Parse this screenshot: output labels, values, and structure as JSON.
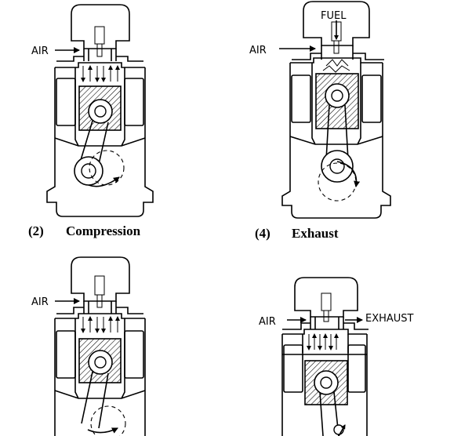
{
  "labels": {
    "air": "AIR",
    "fuel": "FUEL",
    "exhaust": "EXHAUST"
  },
  "captions": {
    "compression": {
      "number": "(2)",
      "title": "Compression"
    },
    "exhaust": {
      "number": "(4)",
      "title": "Exhaust"
    }
  }
}
